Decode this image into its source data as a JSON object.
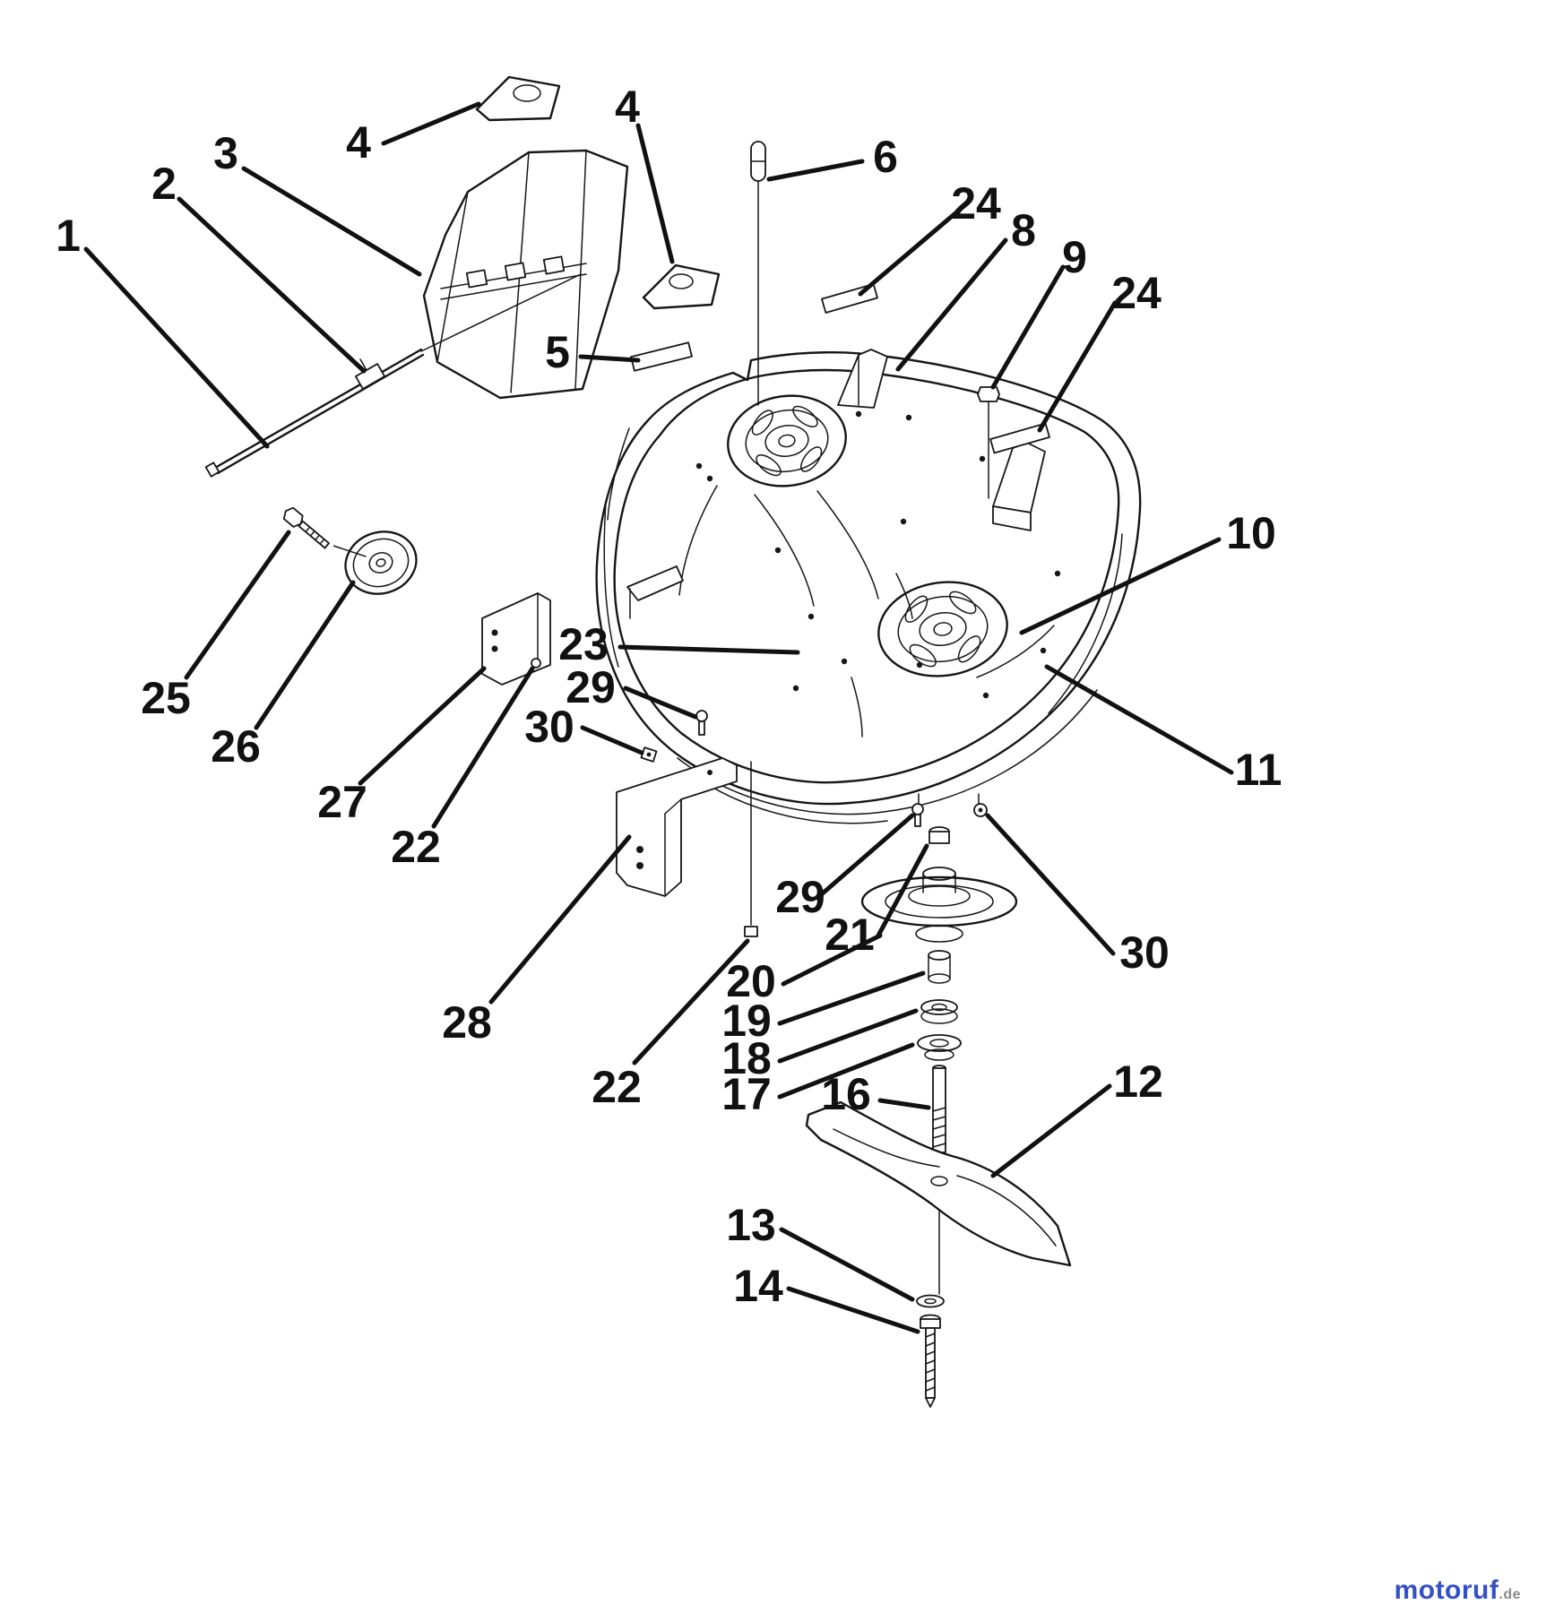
{
  "figure": {
    "type": "exploded-parts-diagram",
    "subject": "mower-deck-assembly",
    "background": "#ffffff",
    "line_color": "#161616"
  },
  "watermark": {
    "brand": "motoruf",
    "tld": ".de",
    "brand_color": "#3350c8",
    "tld_color": "#8a8a8a"
  },
  "callouts": [
    {
      "label": "1"
    },
    {
      "label": "2"
    },
    {
      "label": "3"
    },
    {
      "label": "4"
    },
    {
      "label": "4"
    },
    {
      "label": "5"
    },
    {
      "label": "6"
    },
    {
      "label": "24"
    },
    {
      "label": "8"
    },
    {
      "label": "9"
    },
    {
      "label": "24"
    },
    {
      "label": "10"
    },
    {
      "label": "11"
    },
    {
      "label": "25"
    },
    {
      "label": "26"
    },
    {
      "label": "27"
    },
    {
      "label": "22"
    },
    {
      "label": "23"
    },
    {
      "label": "29"
    },
    {
      "label": "30"
    },
    {
      "label": "28"
    },
    {
      "label": "29"
    },
    {
      "label": "21"
    },
    {
      "label": "20"
    },
    {
      "label": "19"
    },
    {
      "label": "18"
    },
    {
      "label": "17"
    },
    {
      "label": "16"
    },
    {
      "label": "22"
    },
    {
      "label": "30"
    },
    {
      "label": "12"
    },
    {
      "label": "13"
    },
    {
      "label": "14"
    }
  ]
}
